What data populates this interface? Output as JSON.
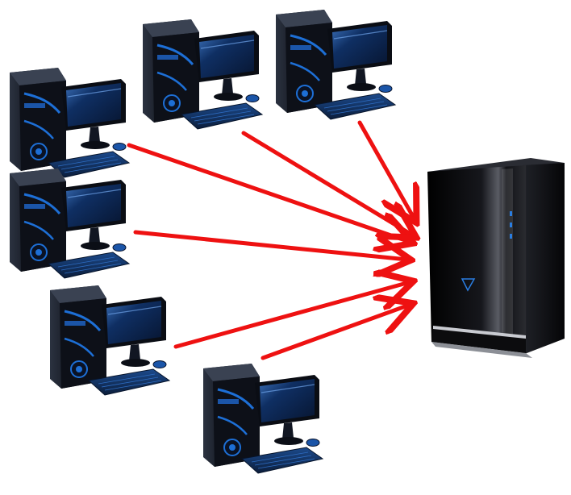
{
  "diagram": {
    "type": "network-star",
    "clients": [
      {
        "name": "workstation-1"
      },
      {
        "name": "workstation-2"
      },
      {
        "name": "workstation-3"
      },
      {
        "name": "workstation-4"
      },
      {
        "name": "workstation-5"
      },
      {
        "name": "workstation-6"
      }
    ],
    "server": {
      "name": "server"
    },
    "connections": [
      {
        "from": "workstation-1",
        "to": "server"
      },
      {
        "from": "workstation-2",
        "to": "server"
      },
      {
        "from": "workstation-3",
        "to": "server"
      },
      {
        "from": "workstation-4",
        "to": "server"
      },
      {
        "from": "workstation-5",
        "to": "server"
      },
      {
        "from": "workstation-6",
        "to": "server"
      }
    ]
  },
  "colors": {
    "arrow": "#ee1111",
    "case_body": "#121620",
    "case_accent": "#1d6fd6",
    "screen": "#0e2a55",
    "server_body": "#0a0a0c",
    "server_led": "#2a7de1",
    "background": "#ffffff"
  },
  "icons": {
    "client": "desktop-computer-icon",
    "server": "tower-server-icon",
    "connection": "arrow-right-icon"
  }
}
